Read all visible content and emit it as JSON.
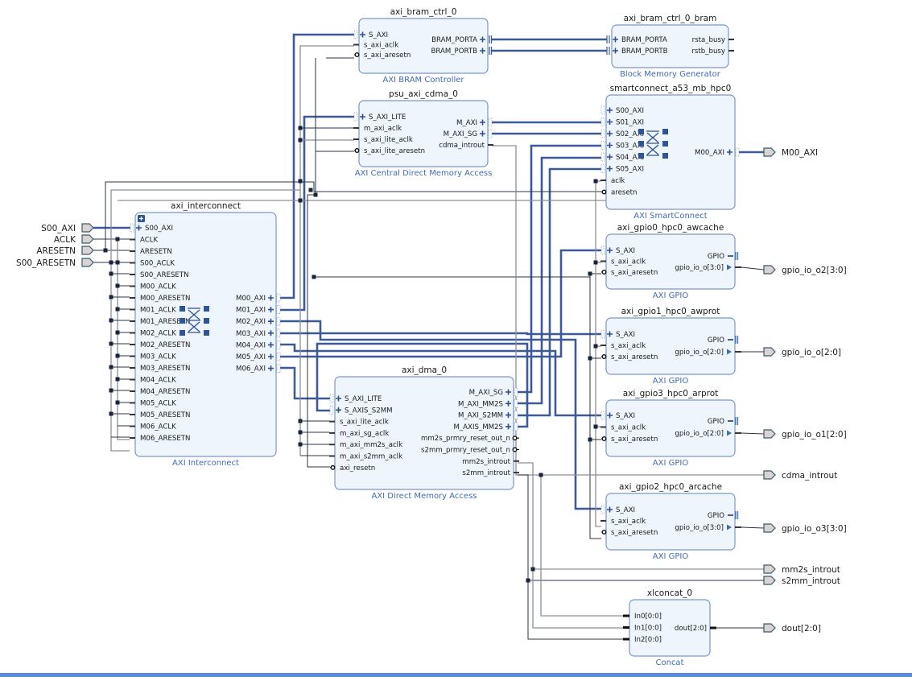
{
  "diagram": {
    "accent_color": "#3d5a98",
    "block_fill": "#eef5fd",
    "type_label_color": "#3f6cb3",
    "blocks": [
      {
        "id": "axi_bram_ctrl_0",
        "title": "axi_bram_ctrl_0",
        "type": "AXI BRAM Controller",
        "left_ports": [
          {
            "name": "S_AXI",
            "kind": "bus"
          },
          {
            "name": "s_axi_aclk",
            "kind": "sig"
          },
          {
            "name": "s_axi_aresetn",
            "kind": "neg"
          }
        ],
        "right_ports": [
          {
            "name": "BRAM_PORTA",
            "kind": "bram"
          },
          {
            "name": "BRAM_PORTB",
            "kind": "bram"
          }
        ]
      },
      {
        "id": "axi_bram_ctrl_0_bram",
        "title": "axi_bram_ctrl_0_bram",
        "type": "Block Memory Generator",
        "left_ports": [
          {
            "name": "BRAM_PORTA",
            "kind": "bram"
          },
          {
            "name": "BRAM_PORTB",
            "kind": "bram"
          }
        ],
        "right_ports": [
          {
            "name": "rsta_busy",
            "kind": "sig"
          },
          {
            "name": "rstb_busy",
            "kind": "sig"
          }
        ]
      },
      {
        "id": "psu_axi_cdma_0",
        "title": "psu_axi_cdma_0",
        "type": "AXI Central Direct Memory Access",
        "left_ports": [
          {
            "name": "S_AXI_LITE",
            "kind": "bus"
          },
          {
            "name": "m_axi_aclk",
            "kind": "sig"
          },
          {
            "name": "s_axi_lite_aclk",
            "kind": "sig"
          },
          {
            "name": "s_axi_lite_aresetn",
            "kind": "neg"
          }
        ],
        "right_ports": [
          {
            "name": "M_AXI",
            "kind": "bus"
          },
          {
            "name": "M_AXI_SG",
            "kind": "bus"
          },
          {
            "name": "cdma_introut",
            "kind": "sig"
          }
        ]
      },
      {
        "id": "smartconnect_a53_mb_hpc0",
        "title": "smartconnect_a53_mb_hpc0",
        "type": "AXI SmartConnect",
        "left_ports": [
          {
            "name": "S00_AXI",
            "kind": "bus"
          },
          {
            "name": "S01_AXI",
            "kind": "bus"
          },
          {
            "name": "S02_AXI",
            "kind": "bus"
          },
          {
            "name": "S03_AXI",
            "kind": "bus"
          },
          {
            "name": "S04_AXI",
            "kind": "bus"
          },
          {
            "name": "S05_AXI",
            "kind": "bus"
          },
          {
            "name": "aclk",
            "kind": "sig"
          },
          {
            "name": "aresetn",
            "kind": "neg"
          }
        ],
        "right_ports": [
          {
            "name": "M00_AXI",
            "kind": "bus"
          }
        ]
      },
      {
        "id": "axi_interconnect",
        "title": "axi_interconnect",
        "type": "AXI Interconnect",
        "left_ports": [
          {
            "name": "S00_AXI",
            "kind": "bus"
          },
          {
            "name": "ACLK",
            "kind": "sig"
          },
          {
            "name": "ARESETN",
            "kind": "sig"
          },
          {
            "name": "S00_ACLK",
            "kind": "sig"
          },
          {
            "name": "S00_ARESETN",
            "kind": "sig"
          },
          {
            "name": "M00_ACLK",
            "kind": "sig"
          },
          {
            "name": "M00_ARESETN",
            "kind": "sig"
          },
          {
            "name": "M01_ACLK",
            "kind": "sig"
          },
          {
            "name": "M01_ARESETN",
            "kind": "sig"
          },
          {
            "name": "M02_ACLK",
            "kind": "sig"
          },
          {
            "name": "M02_ARESETN",
            "kind": "sig"
          },
          {
            "name": "M03_ACLK",
            "kind": "sig"
          },
          {
            "name": "M03_ARESETN",
            "kind": "sig"
          },
          {
            "name": "M04_ACLK",
            "kind": "sig"
          },
          {
            "name": "M04_ARESETN",
            "kind": "sig"
          },
          {
            "name": "M05_ACLK",
            "kind": "sig"
          },
          {
            "name": "M05_ARESETN",
            "kind": "sig"
          },
          {
            "name": "M06_ACLK",
            "kind": "sig"
          },
          {
            "name": "M06_ARESETN",
            "kind": "sig"
          }
        ],
        "right_ports": [
          {
            "name": "M00_AXI",
            "kind": "bus"
          },
          {
            "name": "M01_AXI",
            "kind": "bus"
          },
          {
            "name": "M02_AXI",
            "kind": "bus"
          },
          {
            "name": "M03_AXI",
            "kind": "bus"
          },
          {
            "name": "M04_AXI",
            "kind": "bus"
          },
          {
            "name": "M05_AXI",
            "kind": "bus"
          },
          {
            "name": "M06_AXI",
            "kind": "bus"
          }
        ]
      },
      {
        "id": "axi_dma_0",
        "title": "axi_dma_0",
        "type": "AXI Direct Memory Access",
        "left_ports": [
          {
            "name": "S_AXI_LITE",
            "kind": "bus"
          },
          {
            "name": "S_AXIS_S2MM",
            "kind": "bus"
          },
          {
            "name": "s_axi_lite_aclk",
            "kind": "sig"
          },
          {
            "name": "m_axi_sg_aclk",
            "kind": "sig"
          },
          {
            "name": "m_axi_mm2s_aclk",
            "kind": "sig"
          },
          {
            "name": "m_axi_s2mm_aclk",
            "kind": "sig"
          },
          {
            "name": "axi_resetn",
            "kind": "neg"
          }
        ],
        "right_ports": [
          {
            "name": "M_AXI_SG",
            "kind": "bus"
          },
          {
            "name": "M_AXI_MM2S",
            "kind": "bus"
          },
          {
            "name": "M_AXI_S2MM",
            "kind": "bus"
          },
          {
            "name": "M_AXIS_MM2S",
            "kind": "bus"
          },
          {
            "name": "mm2s_prmry_reset_out_n",
            "kind": "negout"
          },
          {
            "name": "s2mm_prmry_reset_out_n",
            "kind": "negout"
          },
          {
            "name": "mm2s_introut",
            "kind": "sig"
          },
          {
            "name": "s2mm_introut",
            "kind": "sig"
          }
        ]
      },
      {
        "id": "axi_gpio0_hpc0_awcache",
        "title": "axi_gpio0_hpc0_awcache",
        "type": "AXI GPIO",
        "left_ports": [
          {
            "name": "S_AXI",
            "kind": "bus"
          },
          {
            "name": "s_axi_aclk",
            "kind": "sig"
          },
          {
            "name": "s_axi_aresetn",
            "kind": "neg"
          }
        ],
        "right_ports": [
          {
            "name": "GPIO",
            "kind": "gpio"
          },
          {
            "name": "gpio_io_o[3:0]",
            "kind": "out"
          }
        ]
      },
      {
        "id": "axi_gpio1_hpc0_awprot",
        "title": "axi_gpio1_hpc0_awprot",
        "type": "AXI GPIO",
        "left_ports": [
          {
            "name": "S_AXI",
            "kind": "bus"
          },
          {
            "name": "s_axi_aclk",
            "kind": "sig"
          },
          {
            "name": "s_axi_aresetn",
            "kind": "neg"
          }
        ],
        "right_ports": [
          {
            "name": "GPIO",
            "kind": "gpio"
          },
          {
            "name": "gpio_io_o[2:0]",
            "kind": "out"
          }
        ]
      },
      {
        "id": "axi_gpio3_hpc0_arprot",
        "title": "axi_gpio3_hpc0_arprot",
        "type": "AXI GPIO",
        "left_ports": [
          {
            "name": "S_AXI",
            "kind": "bus"
          },
          {
            "name": "s_axi_aclk",
            "kind": "sig"
          },
          {
            "name": "s_axi_aresetn",
            "kind": "neg"
          }
        ],
        "right_ports": [
          {
            "name": "GPIO",
            "kind": "gpio"
          },
          {
            "name": "gpio_io_o[2:0]",
            "kind": "out"
          }
        ]
      },
      {
        "id": "axi_gpio2_hpc0_arcache",
        "title": "axi_gpio2_hpc0_arcache",
        "type": "AXI GPIO",
        "left_ports": [
          {
            "name": "S_AXI",
            "kind": "bus"
          },
          {
            "name": "s_axi_aclk",
            "kind": "sig"
          },
          {
            "name": "s_axi_aresetn",
            "kind": "neg"
          }
        ],
        "right_ports": [
          {
            "name": "GPIO",
            "kind": "gpio"
          },
          {
            "name": "gpio_io_o[3:0]",
            "kind": "out"
          }
        ]
      },
      {
        "id": "xlconcat_0",
        "title": "xlconcat_0",
        "type": "Concat",
        "left_ports": [
          {
            "name": "In0[0:0]",
            "kind": "wide"
          },
          {
            "name": "In1[0:0]",
            "kind": "wide"
          },
          {
            "name": "In2[0:0]",
            "kind": "wide"
          }
        ],
        "right_ports": [
          {
            "name": "dout[2:0]",
            "kind": "wide"
          }
        ]
      }
    ],
    "external_inputs": [
      {
        "name": "S00_AXI",
        "kind": "bus"
      },
      {
        "name": "ACLK",
        "kind": "sig"
      },
      {
        "name": "ARESETN",
        "kind": "sig"
      },
      {
        "name": "S00_ARESETN",
        "kind": "sig"
      }
    ],
    "external_outputs": [
      {
        "name": "M00_AXI",
        "kind": "bus"
      },
      {
        "name": "gpio_io_o2[3:0]",
        "kind": "sig"
      },
      {
        "name": "gpio_io_o[2:0]",
        "kind": "sig"
      },
      {
        "name": "gpio_io_o1[2:0]",
        "kind": "sig"
      },
      {
        "name": "cdma_introut",
        "kind": "sig"
      },
      {
        "name": "gpio_io_o3[3:0]",
        "kind": "sig"
      },
      {
        "name": "mm2s_introut",
        "kind": "sig"
      },
      {
        "name": "s2mm_introut",
        "kind": "sig"
      },
      {
        "name": "dout[2:0]",
        "kind": "sig"
      }
    ]
  }
}
